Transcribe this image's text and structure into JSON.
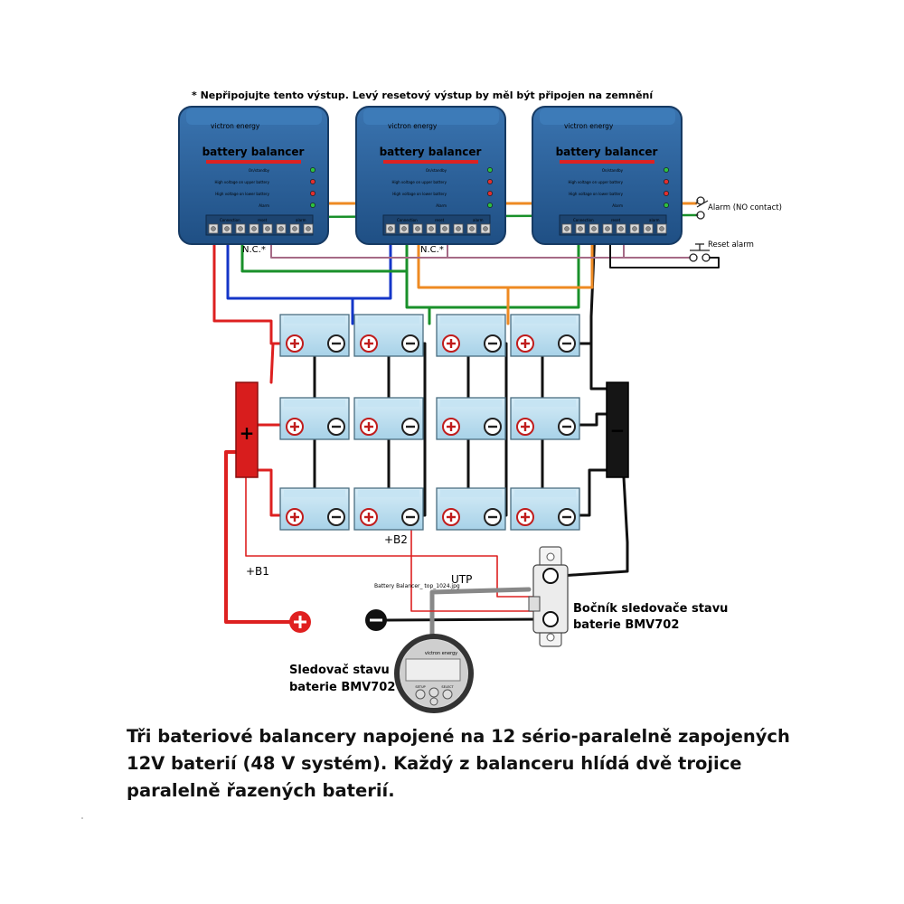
{
  "note": "* Nepřipojujte tento výstup. Levý resetový výstup by měl být připojen na zemnění",
  "balancer": {
    "brand": "victron energy",
    "title": "battery balancer",
    "status_labels": [
      "On/standby",
      "High voltage on upper battery",
      "High voltage on lower battery",
      "Alarm"
    ],
    "terminal_labels": [
      "Connection",
      "reset",
      "alarm"
    ]
  },
  "nc_label": "N.C.*",
  "alarm_label": "Alarm (NO contact)",
  "reset_alarm_label": "Reset alarm",
  "busbar_plus": "+",
  "busbar_minus": "−",
  "b1_label": "+B1",
  "b2_label": "+B2",
  "utp_label": "UTP",
  "file_label": "Battery Balancer_ top_1024.jpg",
  "shunt_label": [
    "Bočník sledovače stavu",
    "baterie BMV702"
  ],
  "monitor_label": [
    "Sledovač stavu",
    "baterie BMV702"
  ],
  "monitor_buttons": [
    "SETUP",
    "SELECT"
  ],
  "caption": "Tři bateriové balancery napojené na 12 sério-paralelně zapojených 12V baterií (48 V systém). Každý z balanceru hlídá dvě trojice paralelně řazených baterií.",
  "colors": {
    "red": "#dd2020",
    "blue": "#1436c8",
    "green": "#19902a",
    "orange": "#ee8a22",
    "purple": "#a56a86",
    "black": "#111111",
    "balancer_body": "#2a5f98",
    "battery_body": "#b9dcee"
  }
}
